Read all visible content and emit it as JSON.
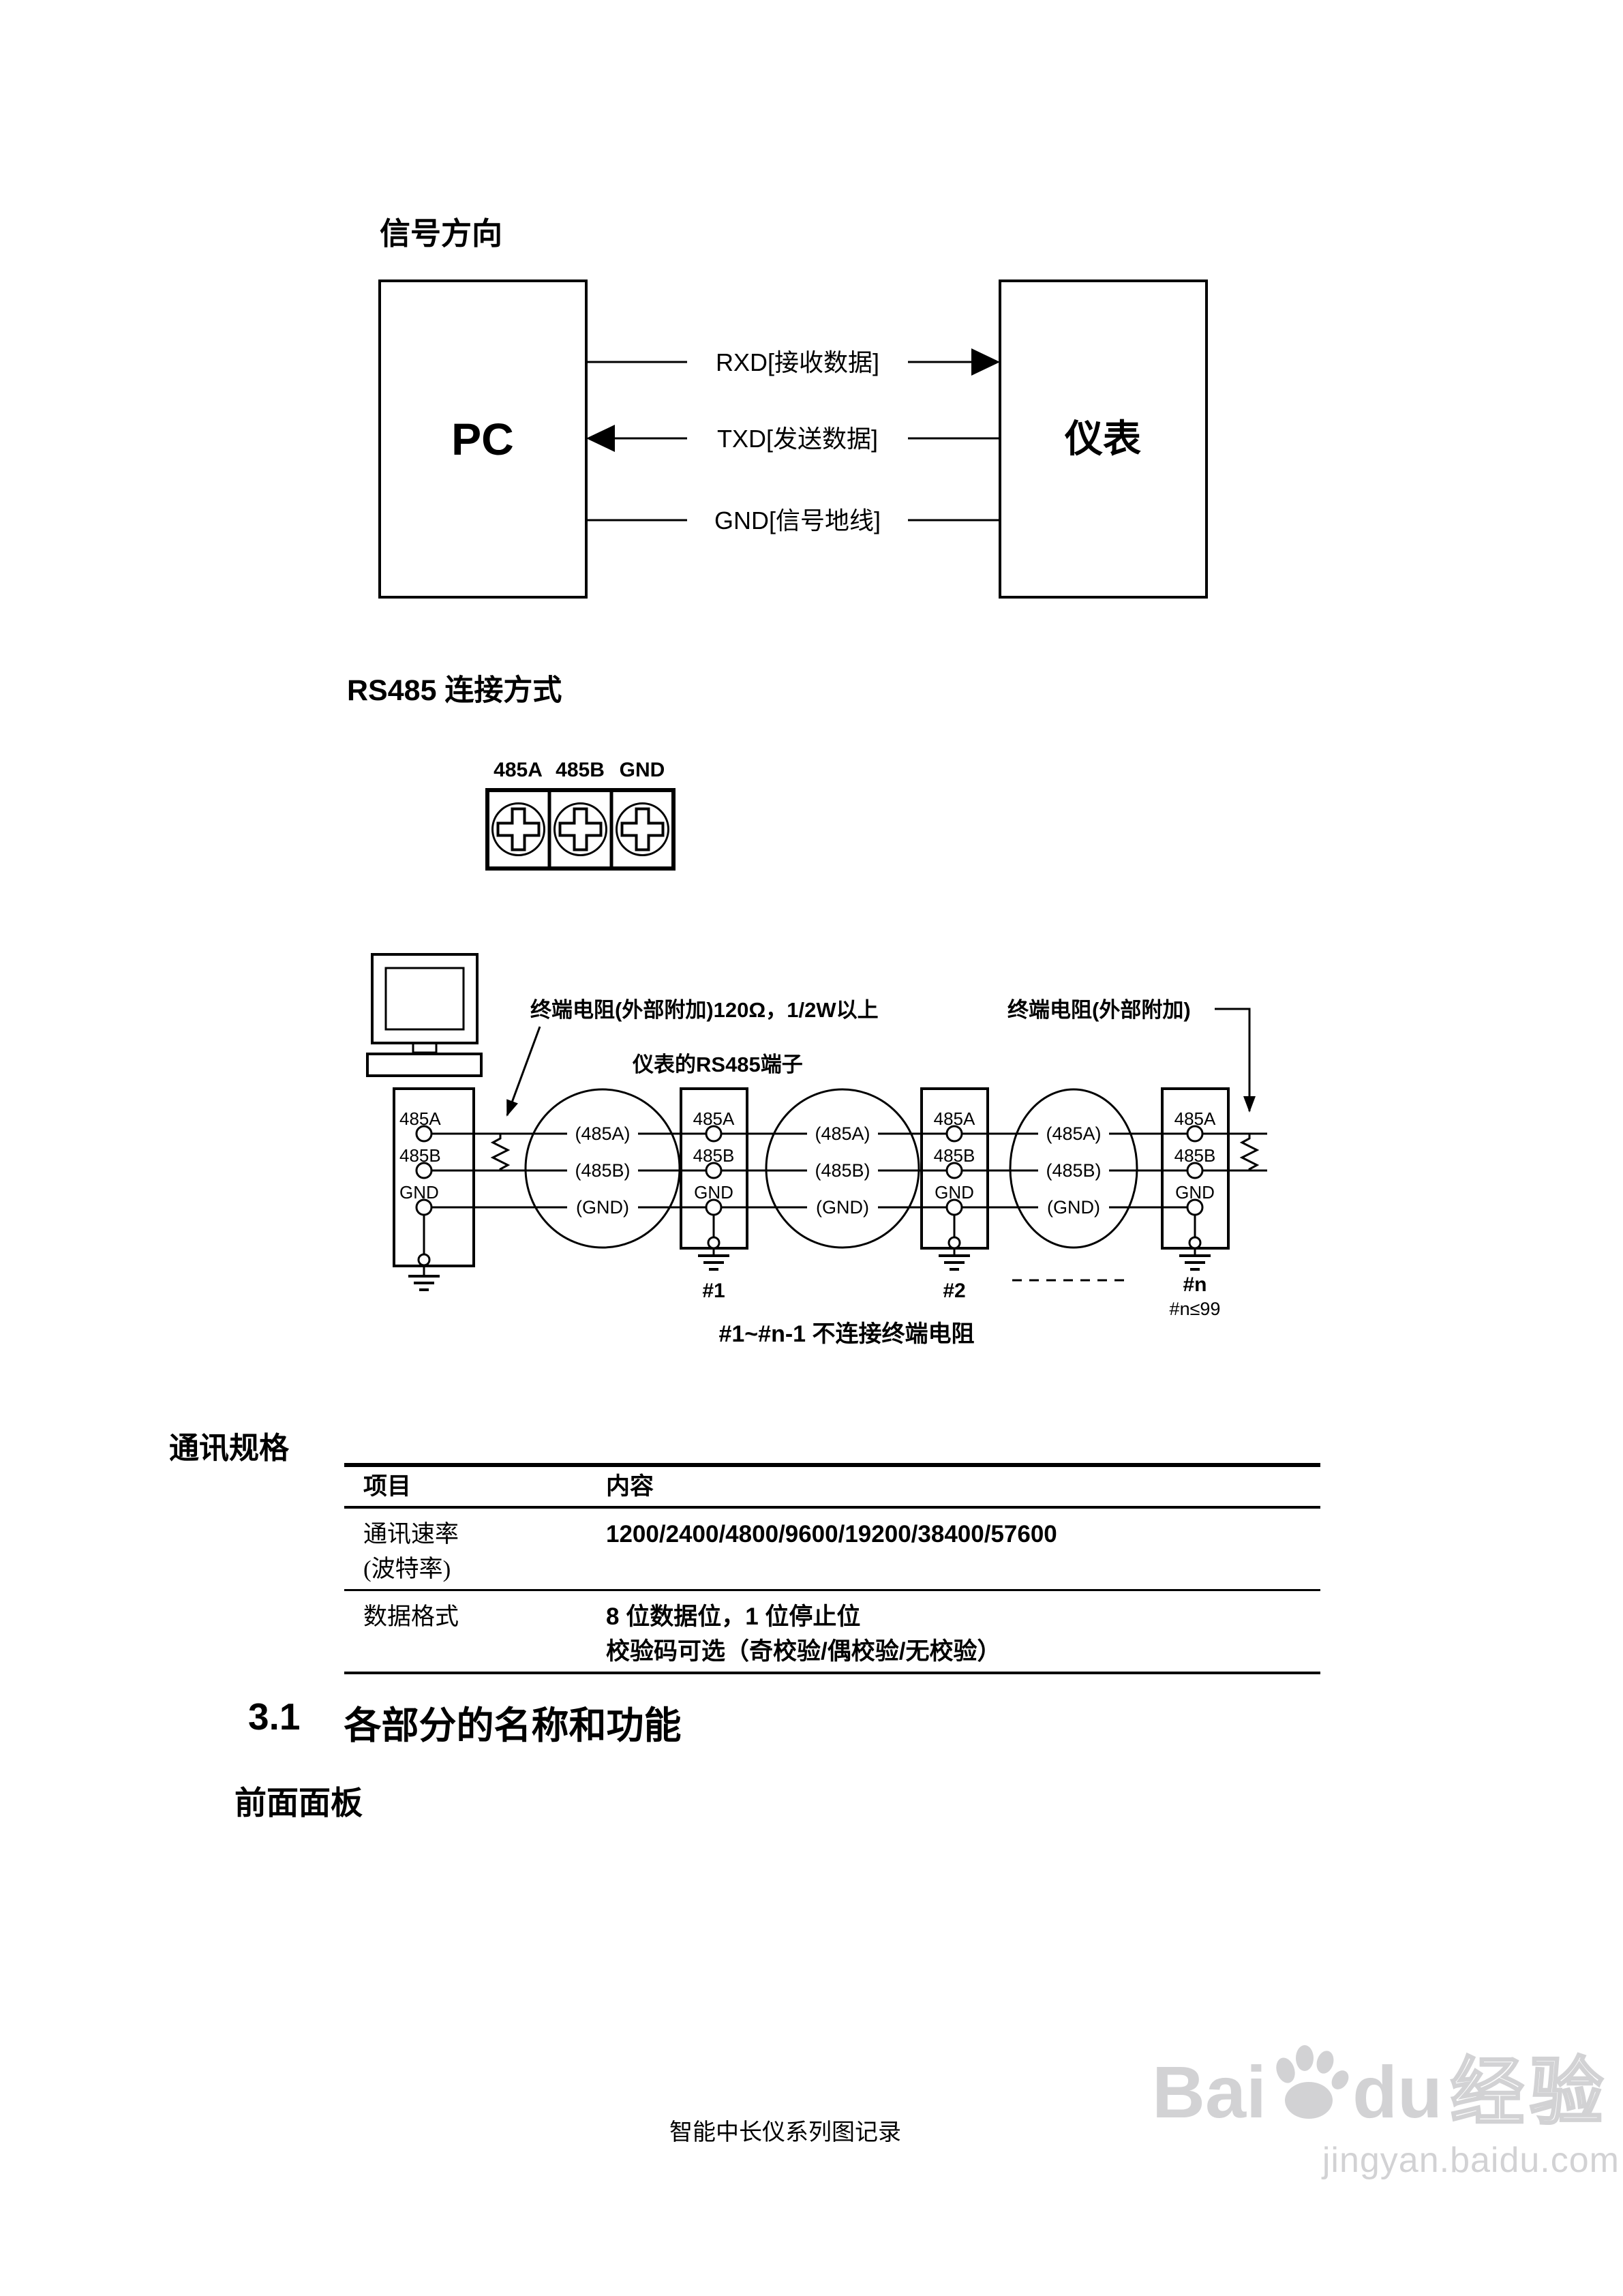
{
  "colors": {
    "ink": "#000000",
    "watermark": "#d2d2d4",
    "paper": "#ffffff"
  },
  "signal_diagram": {
    "title": "信号方向",
    "pc_label": "PC",
    "instrument_label": "仪表",
    "rxd_label": "RXD[接收数据]",
    "txd_label": "TXD[发送数据]",
    "gnd_label": "GND[信号地线]"
  },
  "rs485": {
    "heading": "RS485 连接方式",
    "terminal_labels": [
      "485A",
      "485B",
      "GND"
    ],
    "diagram": {
      "left_resistor_note": "终端电阻(外部附加)120Ω，1/2W以上",
      "right_resistor_note": "终端电阻(外部附加)",
      "port_note": "仪表的RS485端子",
      "wire_labels": [
        "485A",
        "485B",
        "GND"
      ],
      "cable_labels": [
        "(485A)",
        "(485B)",
        "(GND)"
      ],
      "device_labels": [
        "#1",
        "#2",
        "#n"
      ],
      "device_limit_note": "#n≤99",
      "caption": "#1~#n-1 不连接终端电阻"
    }
  },
  "comm_spec": {
    "heading": "通讯规格",
    "table": {
      "headers": [
        "项目",
        "内容"
      ],
      "rows": [
        {
          "item_lines": [
            "通讯速率",
            "(波特率)"
          ],
          "content_lines": [
            "1200/2400/4800/9600/19200/38400/57600",
            ""
          ]
        },
        {
          "item_lines": [
            "数据格式",
            ""
          ],
          "content_lines": [
            "8 位数据位，1 位停止位",
            "校验码可选（奇校验/偶校验/无校验）"
          ]
        }
      ]
    }
  },
  "section": {
    "number": "3.1",
    "title": "各部分的名称和功能",
    "subsection": "前面面板"
  },
  "footer": {
    "text": "智能中长仪系列图记录"
  },
  "watermark": {
    "brand_prefix": "Bai",
    "brand_suffix": "du",
    "brand_cn": "经验",
    "url": "jingyan.baidu.com"
  }
}
